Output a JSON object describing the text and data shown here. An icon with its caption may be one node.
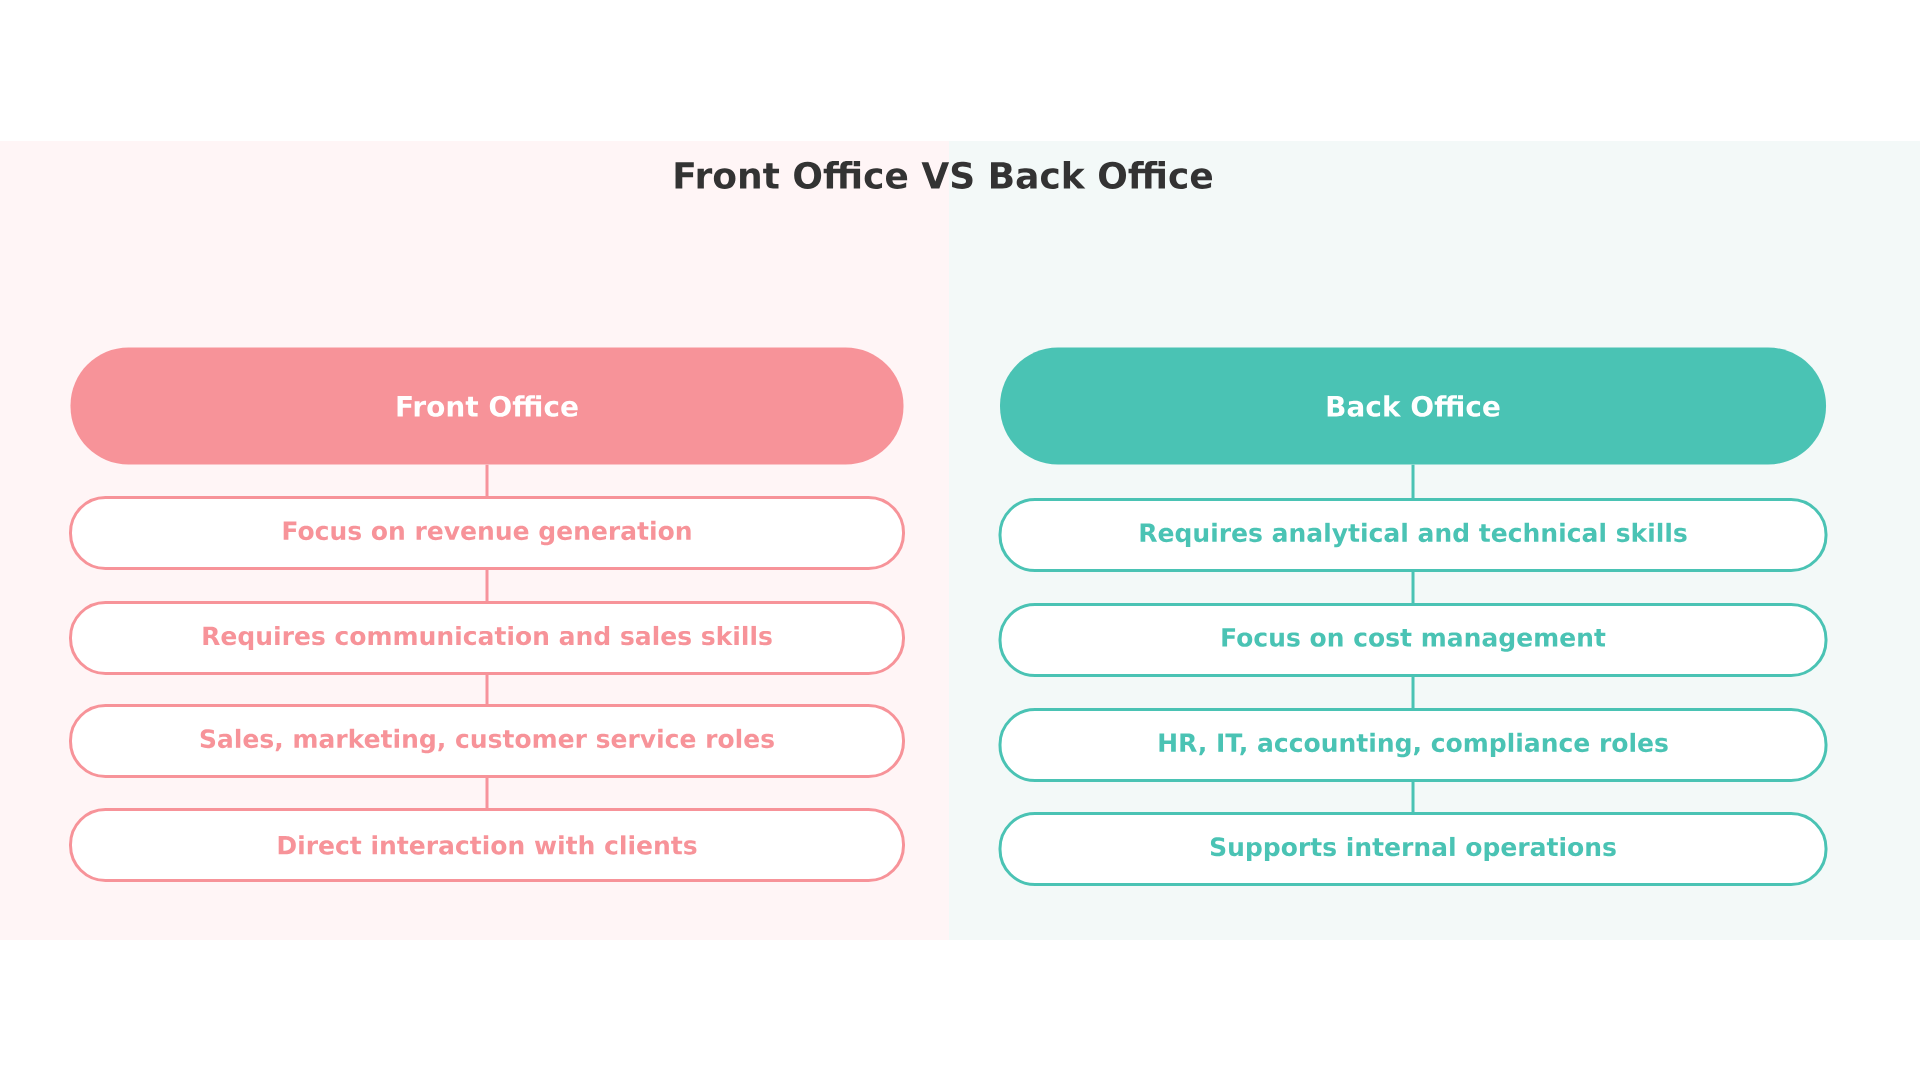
{
  "diagram": {
    "title": "Front Office VS Back Office",
    "nodes": [
      {
        "text": [
          "Front Office"
        ]
      },
      {
        "text": [
          "Focus on revenue generation"
        ]
      },
      {
        "text": [
          "Requires communication and sales skills"
        ]
      },
      {
        "text": [
          "Sales, marketing, customer service roles"
        ]
      },
      {
        "text": [
          "Direct interaction with clients"
        ]
      },
      {
        "text": [
          "Back Office"
        ]
      },
      {
        "text": [
          "Requires analytical and technical skills"
        ]
      },
      {
        "text": [
          "Focus on cost management"
        ]
      },
      {
        "text": [
          "HR, IT, accounting, compliance roles"
        ]
      },
      {
        "text": [
          "Supports internal operations"
        ]
      }
    ],
    "edges": [
      {
        "from": 0,
        "to": 1,
        "arrow": "none",
        "color": "#f7939c"
      },
      {
        "from": 1,
        "to": 2,
        "arrow": "none",
        "color": "#f7939c"
      },
      {
        "from": 2,
        "to": 3,
        "arrow": "none",
        "color": "#f7939c"
      },
      {
        "from": 3,
        "to": 4,
        "arrow": "none",
        "color": "#f7939c"
      },
      {
        "from": 5,
        "to": 6,
        "arrow": "none",
        "color": "#4ac3b4"
      },
      {
        "from": 6,
        "to": 7,
        "arrow": "none",
        "color": "#4ac3b4"
      },
      {
        "from": 7,
        "to": 8,
        "arrow": "none",
        "color": "#4ac3b4"
      },
      {
        "from": 8,
        "to": 9,
        "arrow": "none",
        "color": "#4ac3b4"
      }
    ]
  }
}
